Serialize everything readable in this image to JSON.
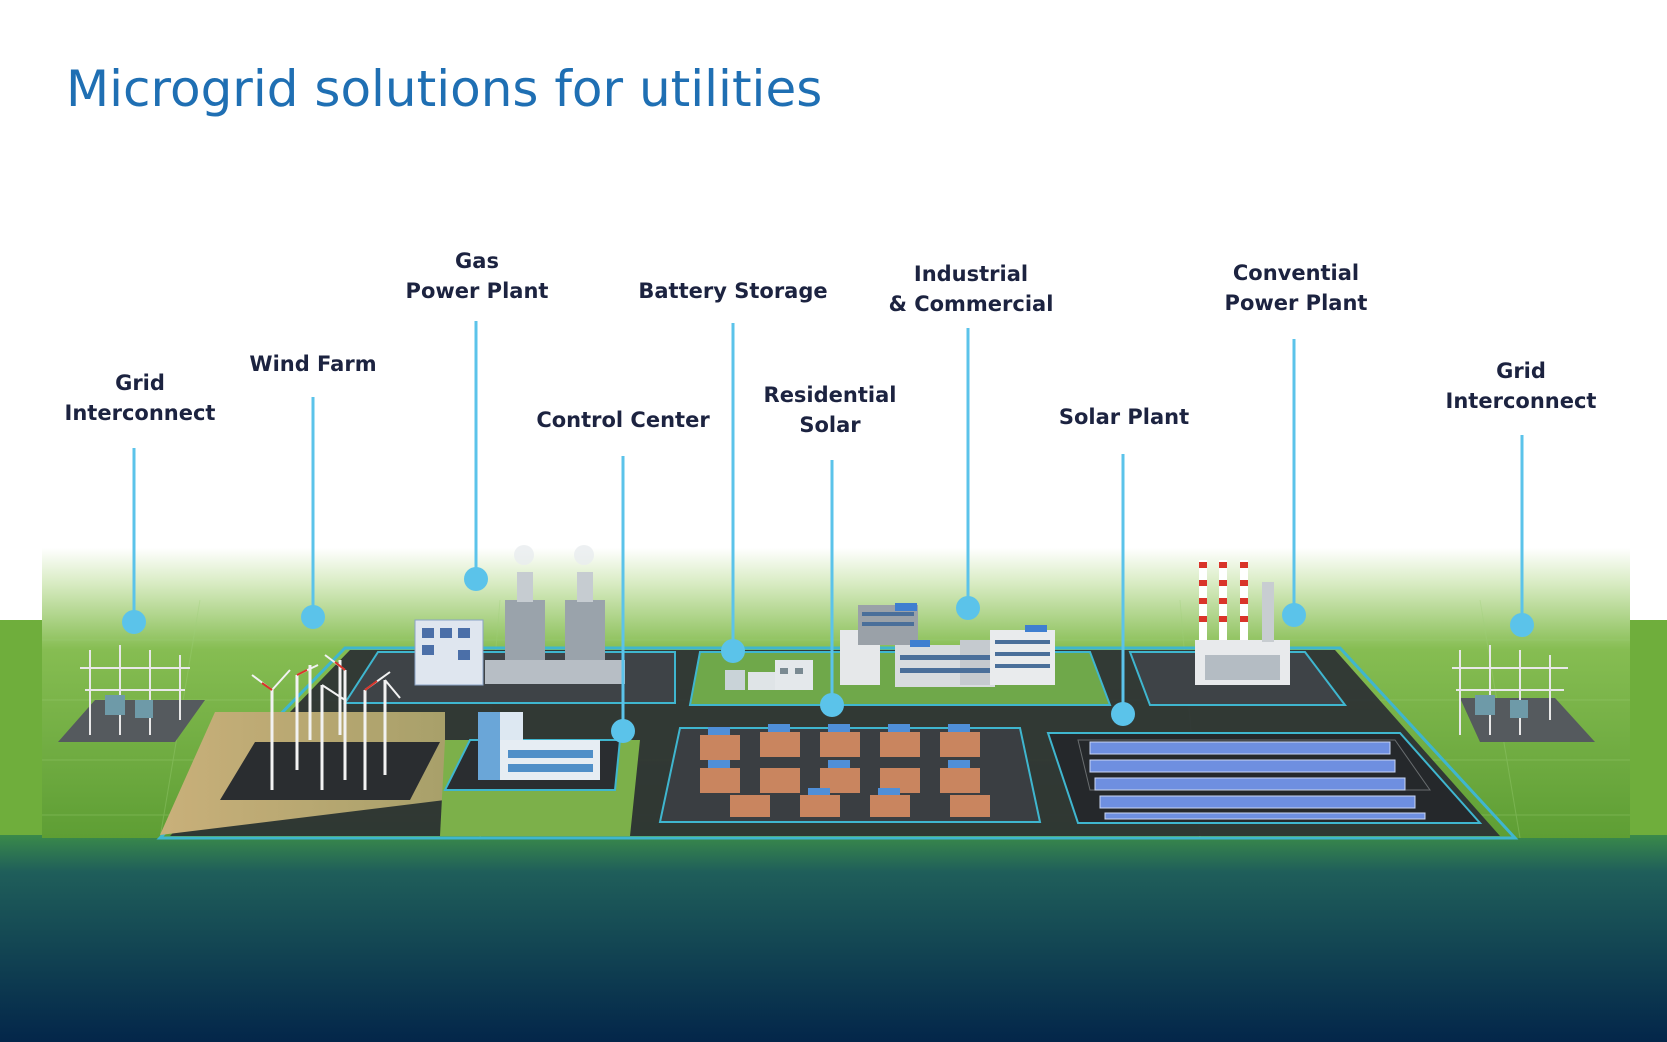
{
  "title": "Microgrid solutions for utilities",
  "colors": {
    "title": "#1f6fb3",
    "label_text": "#1c2340",
    "callout_line": "#5bc3ea",
    "zone_outline": "#3fb6cf",
    "grass": "#6fae3c",
    "base_top": "#2a6a55",
    "base_bottom": "#062a4a"
  },
  "labels": {
    "grid_left": [
      "Grid",
      "Interconnect"
    ],
    "wind_farm": [
      "Wind Farm"
    ],
    "gas_plant": [
      "Gas",
      "Power Plant"
    ],
    "control_center": [
      "Control Center"
    ],
    "battery_storage": [
      "Battery Storage"
    ],
    "residential_solar": [
      "Residential",
      "Solar"
    ],
    "industrial": [
      "Industrial",
      "& Commercial"
    ],
    "solar_plant": [
      "Solar Plant"
    ],
    "conventional_plant": [
      "Convential",
      "Power Plant"
    ],
    "grid_right": [
      "Grid",
      "Interconnect"
    ]
  }
}
